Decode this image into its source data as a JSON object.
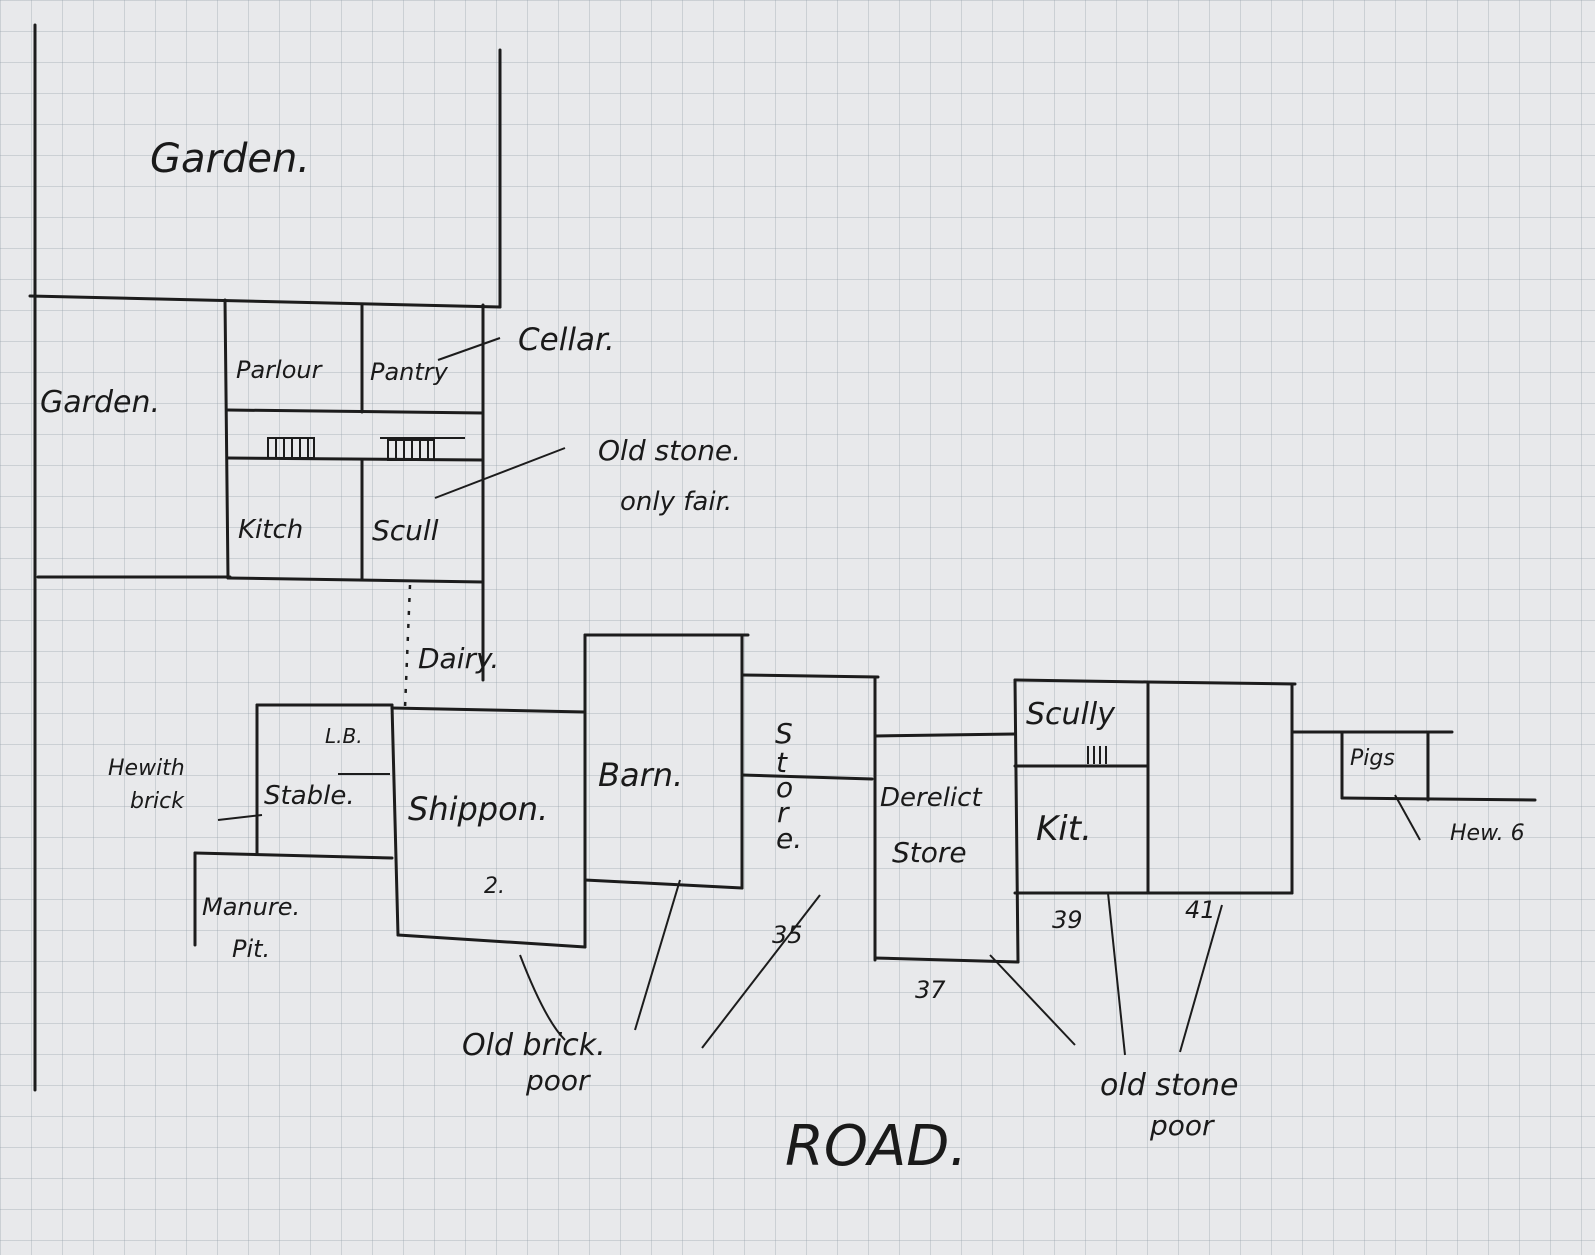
{
  "labels": {
    "garden_top": "Garden.",
    "garden_side": "Garden.",
    "cellar": "Cellar.",
    "parlour": "Parlour",
    "pantry": "Pantry",
    "kitch": "Kitch",
    "scull": "Scull",
    "dairy": "Dairy.",
    "lb": "L.B.",
    "stable": "Stable.",
    "manure": "Manure.",
    "pit": "Pit.",
    "shippon": "Shippon.",
    "shippon_num": "2.",
    "barn": "Barn.",
    "store_s": "S",
    "store_t": "t",
    "store_o": "o",
    "store_r": "r",
    "store_e": "e.",
    "derelict": "Derelict",
    "store": "Store",
    "scully": "Scully",
    "kit": "Kit.",
    "pigs": "Pigs",
    "road": "ROAD."
  },
  "notes": {
    "old_stone": "Old stone.",
    "only_fair": "only fair.",
    "hewith": "Hewith",
    "brick": "brick",
    "hew": "Hew. 6",
    "old_brick": "Old brick.",
    "poor1": "poor",
    "old_stone2": "old stone",
    "poor2": "poor"
  },
  "numbers": {
    "n35": "35",
    "n37": "37",
    "n39": "39",
    "n41": "41"
  }
}
